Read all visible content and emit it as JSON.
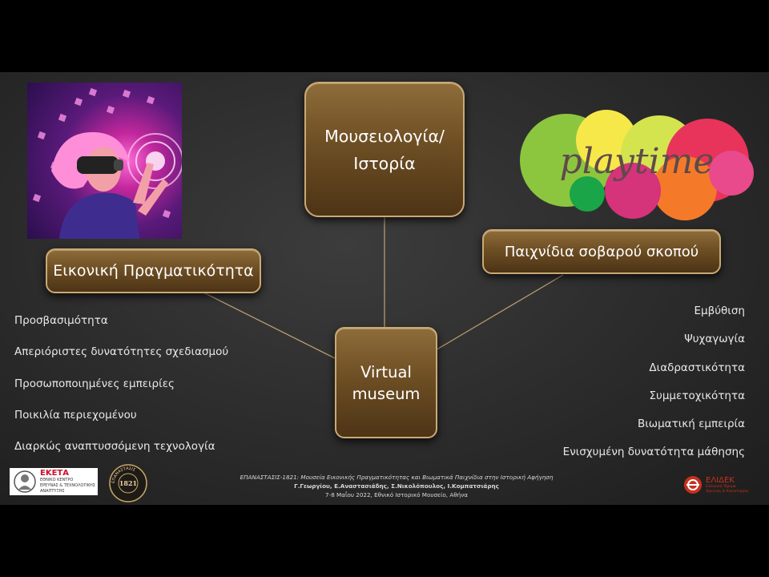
{
  "boxes": {
    "museology_line1": "Μουσειολογία/",
    "museology_line2": "Ιστορία",
    "vr": "Εικονική Πραγματικότητα",
    "serious_games": "Παιχνίδια σοβαρού σκοπού",
    "virtual_line1": "Virtual",
    "virtual_line2": "museum"
  },
  "playtime_logo": "playtime",
  "left_list": [
    "Προσβασιμότητα",
    "Απεριόριστες δυνατότητες σχεδιασμού",
    "Προσωποποιημένες εμπειρίες",
    "Ποικιλία περιεχομένου",
    "Διαρκώς αναπτυσσόμενη τεχνολογία"
  ],
  "right_list": [
    "Εμβύθιση",
    "Ψυχαγωγία",
    "Διαδραστικότητα",
    "Συμμετοχικότητα",
    "Βιωματική εμπειρία",
    "Ενισχυμένη δυνατότητα μάθησης"
  ],
  "footer": {
    "line1": "ΕΠΑΝΑΣΤΑΣΙΣ-1821: Μουσεία Εικονικής Πραγματικότητας και Βιωματικά Παιχνίδια στην Ιστορική Αφήγηση",
    "line2": "Γ.Γεωργίου, Ε.Αναστασιάδης, Σ.Νικολόπουλος, Ι.Κομπατσιάρης",
    "line3": "7-8 Μαΐου 2022, Εθνικό Ιστορικό Μουσείο, Αθήνα"
  },
  "logos": {
    "eketa_title": "ΕΚΕΤΑ",
    "eketa_sub1": "ΕΘΝΙΚΟ ΚΕΝΤΡΟ",
    "eketa_sub2": "ΕΡΕΥΝΑΣ & ΤΕΧΝΟΛΟΓΙΚΗΣ",
    "eketa_sub3": "ΑΝΑΠΤΥΞΗΣ",
    "seal_ring": "ΕΠΑΝΑΣΤΑΣΙΣ",
    "seal_year": "1821",
    "elidek_title": "ΕΛΙΔΕΚ",
    "elidek_sub1": "Ελληνικό Ίδρυμα",
    "elidek_sub2": "Έρευνας & Καινοτομίας"
  },
  "colors": {
    "box_fill": "#6e4f24",
    "box_border": "#caa976",
    "line": "#b89a70"
  }
}
